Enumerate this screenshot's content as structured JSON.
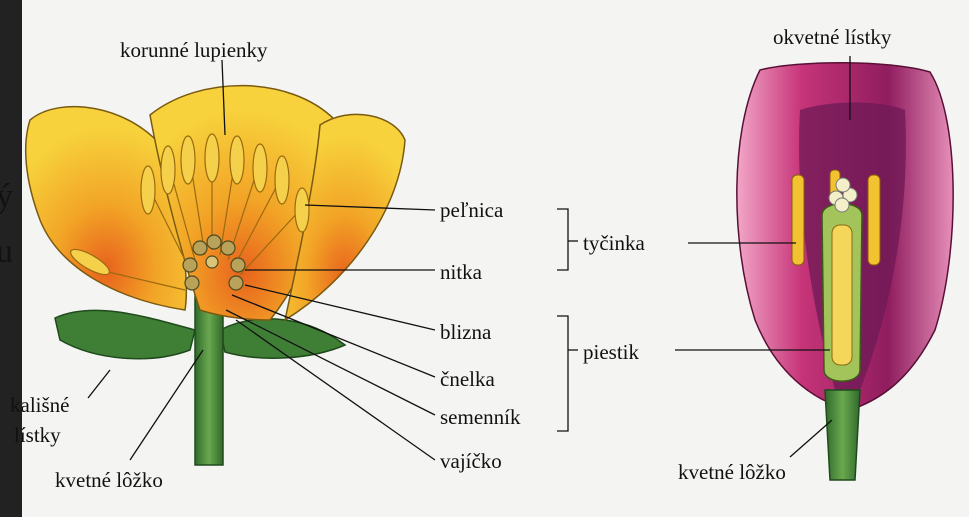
{
  "flower_left": {
    "labels": {
      "korunne_lupienky": "korunné lupienky",
      "pelnica": "peľnica",
      "nitka": "nitka",
      "blizna": "blizna",
      "cnelka": "čnelka",
      "semennik": "semenník",
      "vajicko": "vajíčko",
      "kalisne_listky_1": "kališné",
      "kalisne_listky_2": "lístky",
      "kvetne_lozko": "kvetné lôžko"
    }
  },
  "groups": {
    "tycinka": "tyčinka",
    "piestik": "piestik"
  },
  "flower_right": {
    "labels": {
      "okvetne_listky": "okvetné lístky",
      "kvetne_lozko": "kvetné lôžko"
    }
  },
  "edge_fragments": {
    "frag1": "ý",
    "frag2": "u"
  },
  "colors": {
    "petal_yellow": "#f3c22a",
    "petal_pink": "#c23a78",
    "stem_green": "#4d8c3a",
    "label_text": "#111111"
  }
}
